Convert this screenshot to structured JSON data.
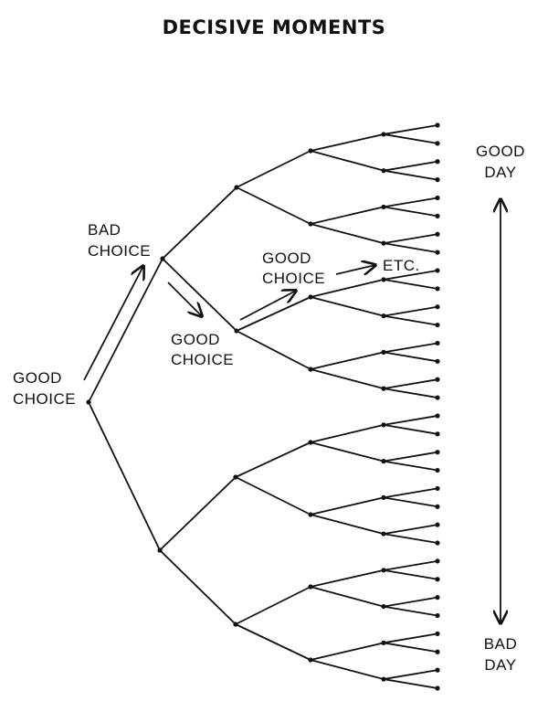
{
  "title": "DECISIVE MOMENTS",
  "labels": {
    "root_line1": "GOOD",
    "root_line2": "CHOICE",
    "bad_line1": "BAD",
    "bad_line2": "CHOICE",
    "good_mid_line1": "GOOD",
    "good_mid_line2": "CHOICE",
    "good_upper_line1": "GOOD",
    "good_upper_line2": "CHOICE",
    "etc": "ETC.",
    "good_day_line1": "GOOD",
    "good_day_line2": "DAY",
    "bad_day_line1": "BAD",
    "bad_day_line2": "DAY"
  },
  "colors": {
    "ink": "#111111",
    "background": "#ffffff"
  }
}
